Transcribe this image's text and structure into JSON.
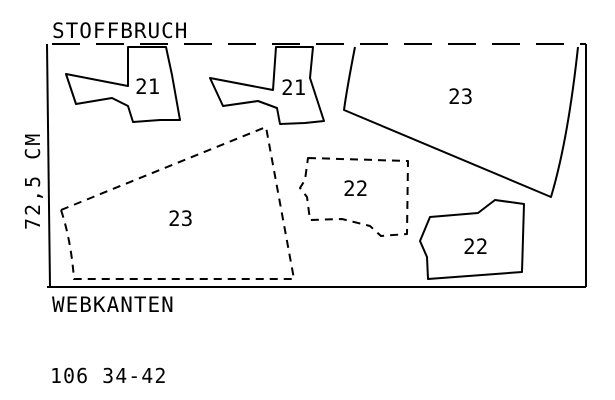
{
  "labels": {
    "fold": "STOFFBRUCH",
    "selvedge": "WEBKANTEN",
    "width": "72,5 CM",
    "pattern_code": "106 34-42"
  },
  "pieces": [
    {
      "id": "p21a",
      "number": "21",
      "style": "solid"
    },
    {
      "id": "p21b",
      "number": "21",
      "style": "solid"
    },
    {
      "id": "p23a",
      "number": "23",
      "style": "solid"
    },
    {
      "id": "p22a",
      "number": "22",
      "style": "dashed"
    },
    {
      "id": "p23b",
      "number": "23",
      "style": "dashed"
    },
    {
      "id": "p22b",
      "number": "22",
      "style": "solid"
    }
  ],
  "colors": {
    "line": "#000000",
    "background": "#ffffff"
  }
}
